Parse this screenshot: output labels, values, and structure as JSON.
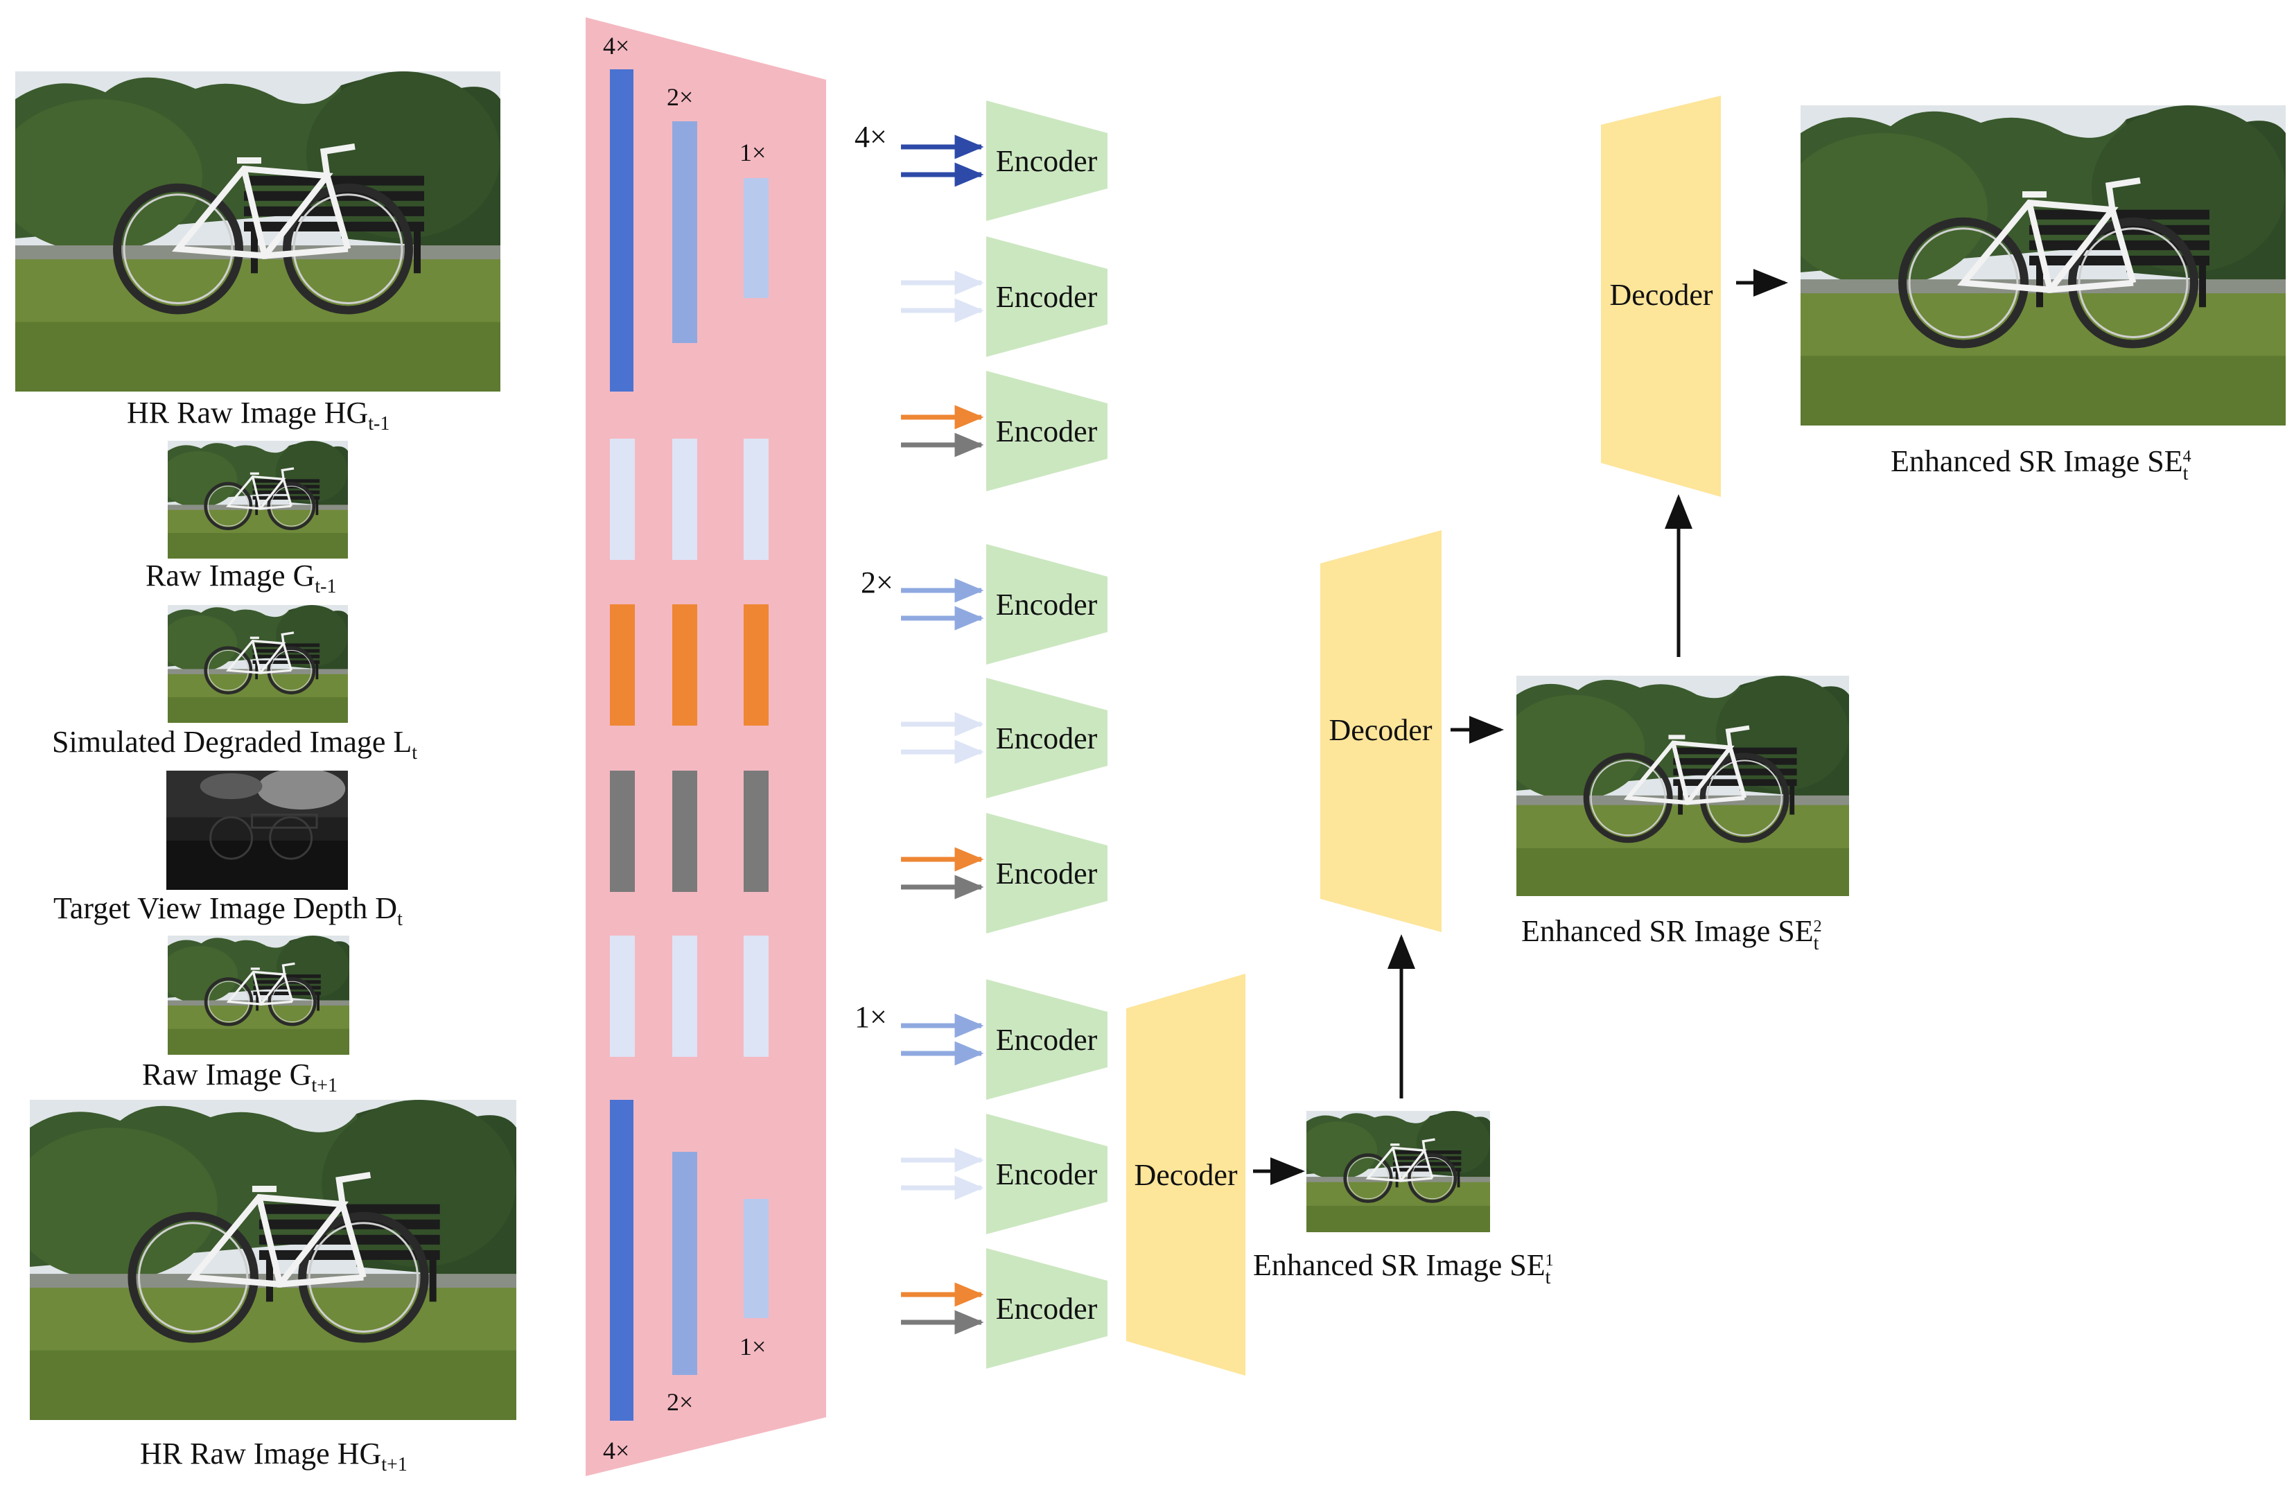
{
  "colors": {
    "funnel": "#f4b8c1",
    "scale4x": "#4a72d1",
    "scale2x": "#8fa9e0",
    "scale1x": "#b8c9ee",
    "faint": "#dde4f5",
    "orange": "#ee8633",
    "gray": "#7a7a7a",
    "encoder": "#cbe7c0",
    "decoder": "#fde59a",
    "arrow": "#111111",
    "sky": "#dfe5e8",
    "foliage": "#3b5a2e",
    "grass": "#6f8a3a",
    "bench": "#1c1c1c",
    "bike": "#f2f2f2",
    "depth_dark": "#121212"
  },
  "left_inputs": {
    "hr_prev": {
      "label": "HR Raw Image HG",
      "sub": "t-1"
    },
    "raw_prev": {
      "label": "Raw Image G",
      "sub": "t-1"
    },
    "degraded": {
      "label": "Simulated Degraded Image L",
      "sub": "t"
    },
    "depth": {
      "label": "Target View Image Depth D",
      "sub": "t"
    },
    "raw_next": {
      "label": "Raw Image G",
      "sub": "t+1"
    },
    "hr_next": {
      "label": "HR Raw Image HG",
      "sub": "t+1"
    }
  },
  "funnel_scale_labels": {
    "top_4x": "4×",
    "top_2x": "2×",
    "top_1x": "1×",
    "bottom_4x": "4×",
    "bottom_2x": "2×",
    "bottom_1x": "1×"
  },
  "group_scale_labels": {
    "g4x": "4×",
    "g2x": "2×",
    "g1x": "1×"
  },
  "encoder_label": "Encoder",
  "decoder_label": "Decoder",
  "outputs": {
    "se1": {
      "label": "Enhanced SR Image SE",
      "sub": "t",
      "sup": "1"
    },
    "se2": {
      "label": "Enhanced SR Image SE",
      "sub": "t",
      "sup": "2"
    },
    "se4": {
      "label": "Enhanced SR Image SE",
      "sub": "t",
      "sup": "4"
    }
  }
}
